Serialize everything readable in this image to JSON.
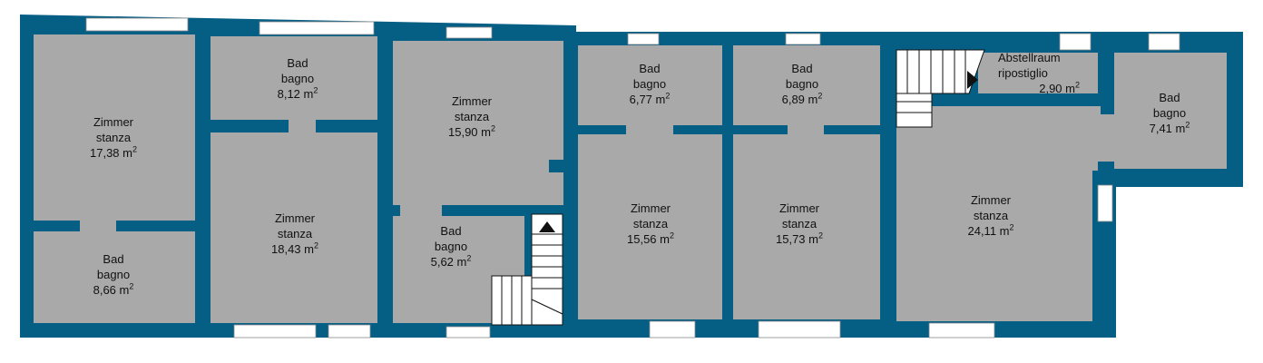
{
  "colors": {
    "wall": "#055f85",
    "room_fill": "#a9a9a9",
    "window": "#ffffff",
    "stair_fill": "#ffffff",
    "text": "#111111"
  },
  "rooms": [
    {
      "id": "zimmer-1",
      "name_de": "Zimmer",
      "name_it": "stanza",
      "area": "17,38 m",
      "unit_sup": "2"
    },
    {
      "id": "bad-1",
      "name_de": "Bad",
      "name_it": "bagno",
      "area": "8,66 m",
      "unit_sup": "2"
    },
    {
      "id": "bad-2",
      "name_de": "Bad",
      "name_it": "bagno",
      "area": "8,12 m",
      "unit_sup": "2"
    },
    {
      "id": "zimmer-2",
      "name_de": "Zimmer",
      "name_it": "stanza",
      "area": "18,43 m",
      "unit_sup": "2"
    },
    {
      "id": "zimmer-3",
      "name_de": "Zimmer",
      "name_it": "stanza",
      "area": "15,90 m",
      "unit_sup": "2"
    },
    {
      "id": "bad-3",
      "name_de": "Bad",
      "name_it": "bagno",
      "area": "5,62 m",
      "unit_sup": "2"
    },
    {
      "id": "bad-4",
      "name_de": "Bad",
      "name_it": "bagno",
      "area": "6,77 m",
      "unit_sup": "2"
    },
    {
      "id": "zimmer-4",
      "name_de": "Zimmer",
      "name_it": "stanza",
      "area": "15,56 m",
      "unit_sup": "2"
    },
    {
      "id": "bad-5",
      "name_de": "Bad",
      "name_it": "bagno",
      "area": "6,89 m",
      "unit_sup": "2"
    },
    {
      "id": "zimmer-5",
      "name_de": "Zimmer",
      "name_it": "stanza",
      "area": "15,73 m",
      "unit_sup": "2"
    },
    {
      "id": "abstellraum",
      "name_de": "Abstellraum",
      "name_it": "ripostiglio",
      "area": "2,90 m",
      "unit_sup": "2"
    },
    {
      "id": "zimmer-6",
      "name_de": "Zimmer",
      "name_it": "stanza",
      "area": "24,11 m",
      "unit_sup": "2"
    },
    {
      "id": "bad-6",
      "name_de": "Bad",
      "name_it": "bagno",
      "area": "7,41 m",
      "unit_sup": "2"
    }
  ]
}
